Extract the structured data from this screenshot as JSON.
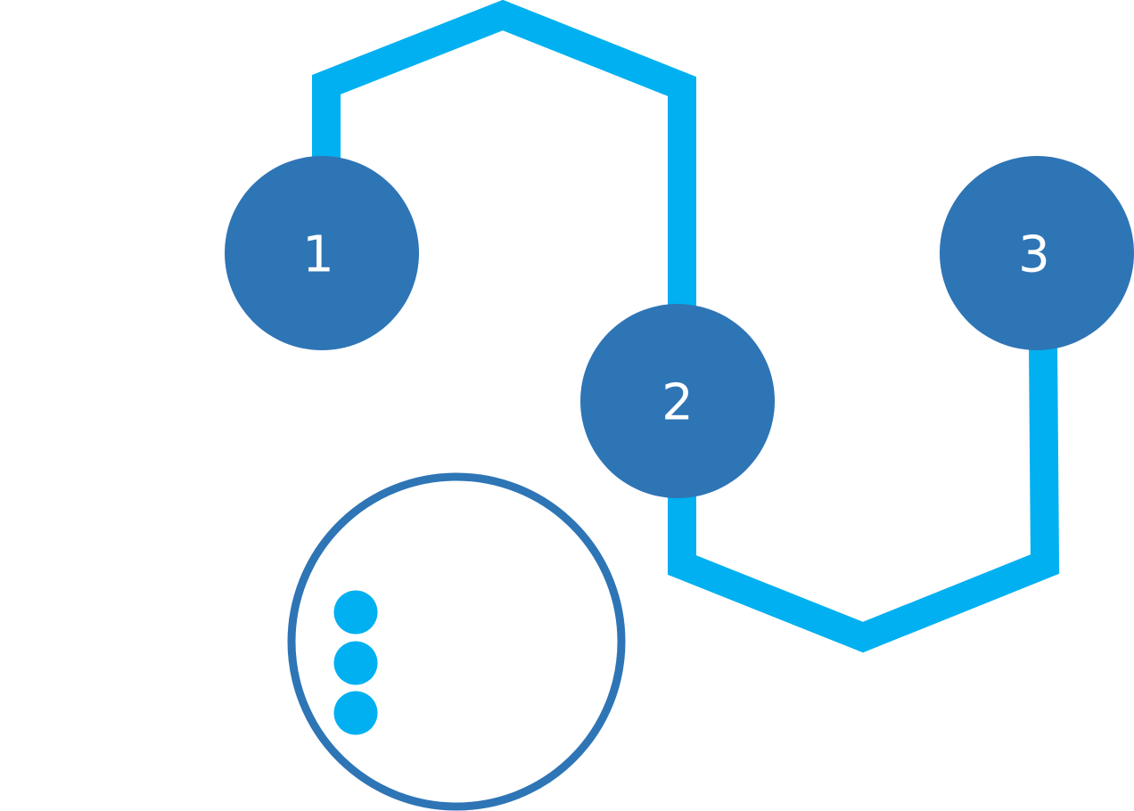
{
  "colors": {
    "node": "#2E75B6",
    "connector": "#00B0F0",
    "background": "#FFFFFF"
  },
  "steps": [
    {
      "label": "1"
    },
    {
      "label": "2"
    },
    {
      "label": "3"
    }
  ],
  "menu_icon": "vertical-ellipsis-icon"
}
